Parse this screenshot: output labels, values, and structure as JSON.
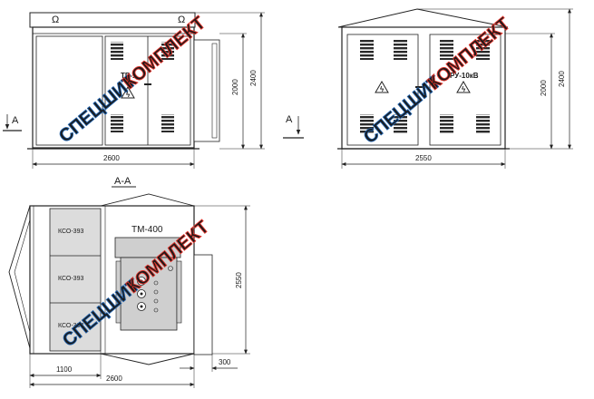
{
  "front_view": {
    "width_dim": "2600",
    "height_inner_dim": "2000",
    "height_total_dim": "2400",
    "section_mark": "A",
    "transformer_label": "ТР-1"
  },
  "side_view": {
    "width_dim": "2550",
    "height_inner_dim": "2000",
    "height_total_dim": "2400",
    "section_mark": "A",
    "switchgear_label": "РУ-10кВ"
  },
  "section_view": {
    "title": "А-А",
    "cells": [
      "КСО-393",
      "КСО-393",
      "КСО-393"
    ],
    "transformer_label": "ТМ-400",
    "dim_left": "1100",
    "dim_total": "2600",
    "dim_right": "300",
    "dim_depth": "2550"
  },
  "watermark": {
    "part1": "СПЕЦШИТ",
    "part2": "КОМПЛЕКТ",
    "color1": "#1f5fa8",
    "color2": "#e0322a"
  }
}
